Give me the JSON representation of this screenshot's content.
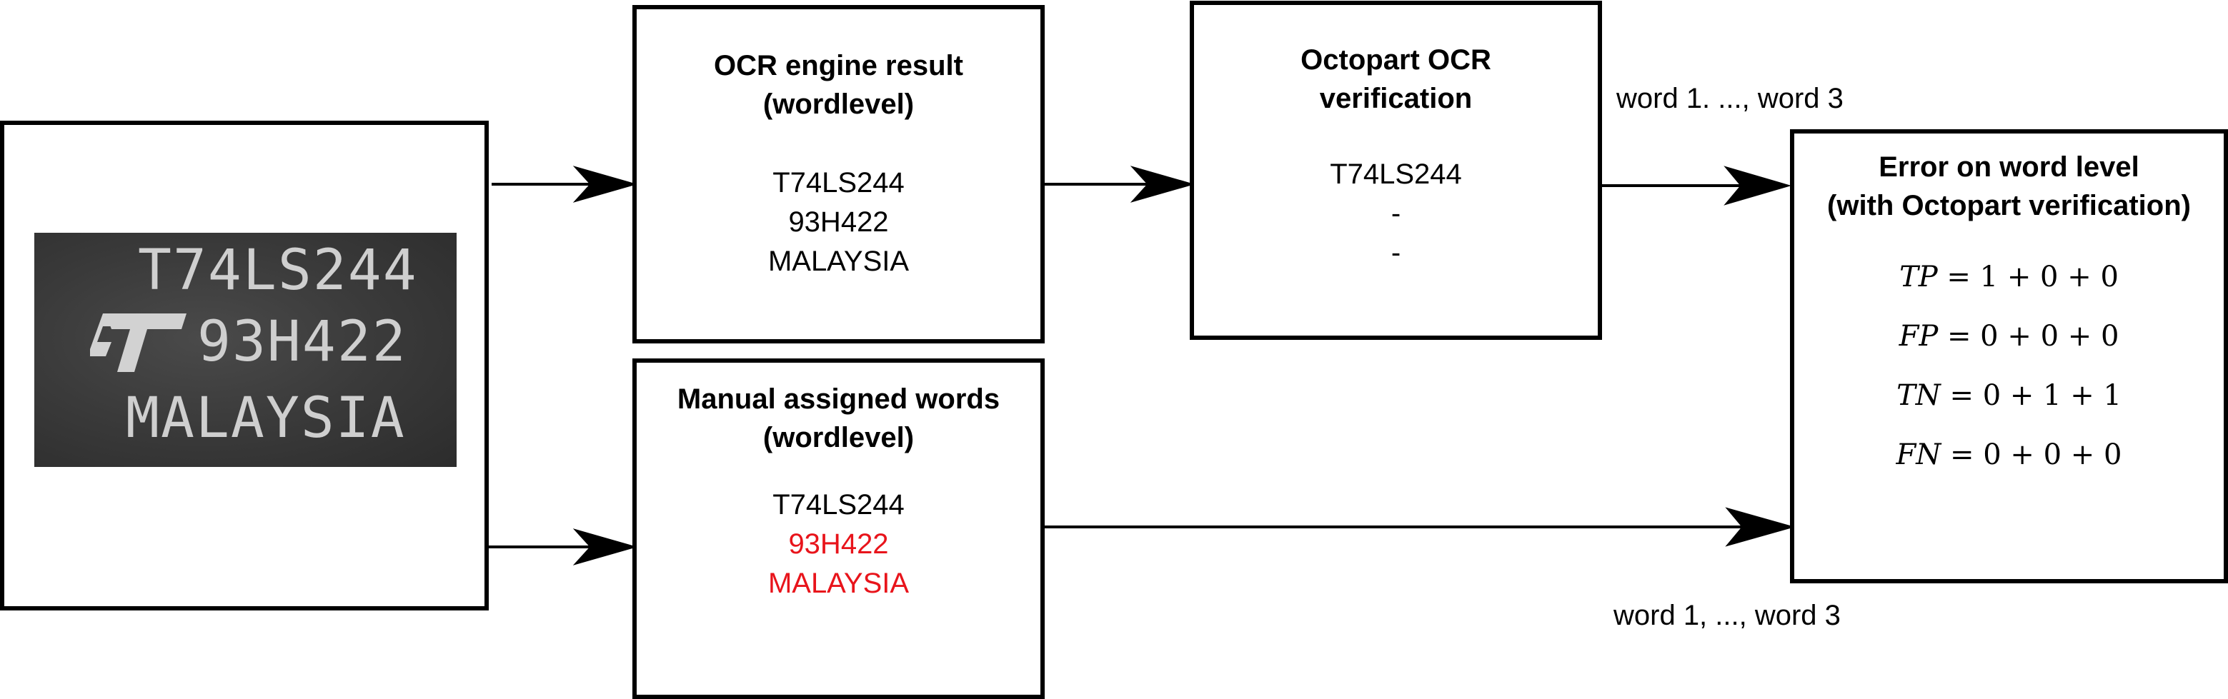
{
  "image_box": {
    "chip_lines": [
      "T74LS244",
      "93H422",
      "MALAYSIA"
    ],
    "logo": "ST"
  },
  "ocr_box": {
    "title_line1": "OCR engine result",
    "title_line2": "(wordlevel)",
    "words": [
      "T74LS244",
      "93H422",
      "MALAYSIA"
    ]
  },
  "manual_box": {
    "title_line1": "Manual assigned words",
    "title_line2": "(wordlevel)",
    "words": [
      "T74LS244",
      "93H422",
      "MALAYSIA"
    ],
    "word_colors": [
      "#000000",
      "#e8141b",
      "#e8141b"
    ]
  },
  "octopart_box": {
    "title_line1": "Octopart OCR",
    "title_line2": "verification",
    "words": [
      "T74LS244",
      "-",
      "-"
    ]
  },
  "error_box": {
    "title_line1": "Error on word level",
    "title_line2": "(with Octopart verification)",
    "metrics": [
      {
        "name": "TP",
        "rhs": "= 1 + 0 + 0"
      },
      {
        "name": "FP",
        "rhs": "= 0 + 0 + 0"
      },
      {
        "name": "TN",
        "rhs": "= 0 + 1 + 1"
      },
      {
        "name": "FN",
        "rhs": "= 0 + 0 + 0"
      }
    ]
  },
  "edge_labels": {
    "top": "word 1. ..., word 3",
    "bottom": "word 1, ..., word 3"
  },
  "colors": {
    "highlight": "#e8141b",
    "stroke": "#000000"
  }
}
